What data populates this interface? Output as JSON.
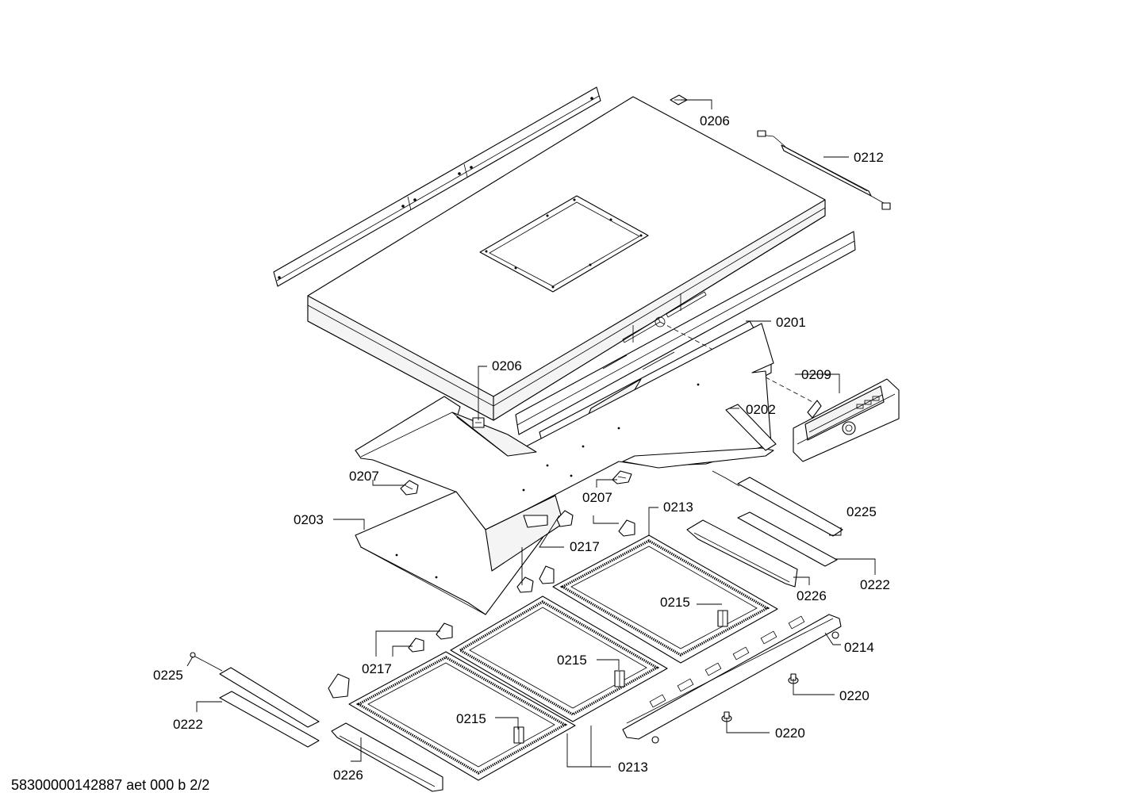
{
  "footer": {
    "document_code": "58300000142887 aet 000 b 2/2"
  },
  "callouts": [
    {
      "id": "c0206a",
      "text": "0206"
    },
    {
      "id": "c0212",
      "text": "0212"
    },
    {
      "id": "c0201",
      "text": "0201"
    },
    {
      "id": "c0206b",
      "text": "0206"
    },
    {
      "id": "c0209",
      "text": "0209"
    },
    {
      "id": "c0202",
      "text": "0202"
    },
    {
      "id": "c0207a",
      "text": "0207"
    },
    {
      "id": "c0207b",
      "text": "0207"
    },
    {
      "id": "c0213a",
      "text": "0213"
    },
    {
      "id": "c0203",
      "text": "0203"
    },
    {
      "id": "c0217a",
      "text": "0217"
    },
    {
      "id": "c0225a",
      "text": "0225"
    },
    {
      "id": "c0222a",
      "text": "0222"
    },
    {
      "id": "c0226a",
      "text": "0226"
    },
    {
      "id": "c0215a",
      "text": "0215"
    },
    {
      "id": "c0214",
      "text": "0214"
    },
    {
      "id": "c0217b",
      "text": "0217"
    },
    {
      "id": "c0215b",
      "text": "0215"
    },
    {
      "id": "c0220a",
      "text": "0220"
    },
    {
      "id": "c0225b",
      "text": "0225"
    },
    {
      "id": "c0222b",
      "text": "0222"
    },
    {
      "id": "c0215c",
      "text": "0215"
    },
    {
      "id": "c0220b",
      "text": "0220"
    },
    {
      "id": "c0226b",
      "text": "0226"
    },
    {
      "id": "c0213b",
      "text": "0213"
    }
  ]
}
